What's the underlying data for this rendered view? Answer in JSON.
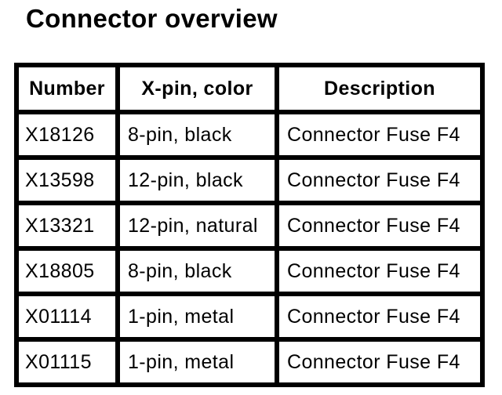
{
  "page": {
    "title": "Connector overview"
  },
  "colors": {
    "background": "#ffffff",
    "text": "#000000",
    "table_border": "#000000"
  },
  "table": {
    "columns": [
      "Number",
      "X-pin, color",
      "Description"
    ],
    "rows": [
      {
        "number": "X18126",
        "pin_color": "8-pin, black",
        "description": "Connector Fuse F4"
      },
      {
        "number": "X13598",
        "pin_color": "12-pin, black",
        "description": "Connector Fuse F4"
      },
      {
        "number": "X13321",
        "pin_color": "12-pin, natural",
        "description": "Connector Fuse F4"
      },
      {
        "number": "X18805",
        "pin_color": "8-pin, black",
        "description": "Connector Fuse F4"
      },
      {
        "number": "X01114",
        "pin_color": "1-pin, metal",
        "description": "Connector Fuse F4"
      },
      {
        "number": "X01115",
        "pin_color": "1-pin, metal",
        "description": "Connector Fuse F4"
      }
    ]
  }
}
